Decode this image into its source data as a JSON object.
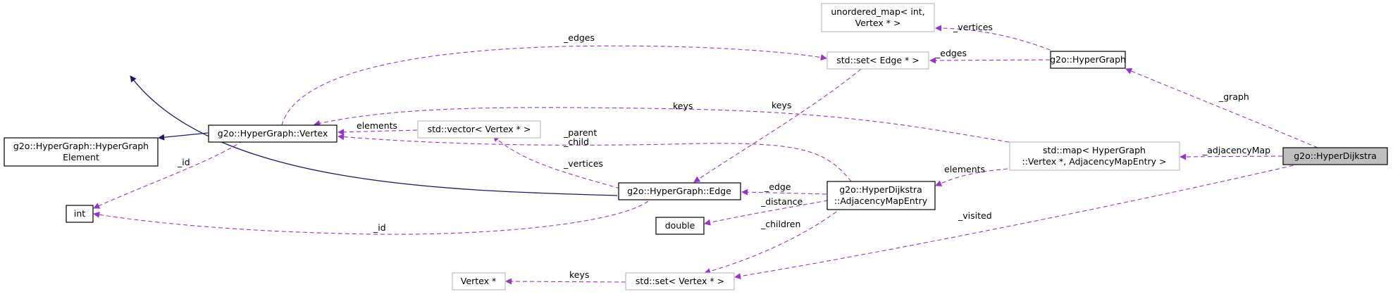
{
  "colors": {
    "dependency": "#9a32cd",
    "inheritance": "#191970",
    "selected_fill": "#bfbfbf",
    "external_border": "#bfbfbf"
  },
  "nodes": {
    "hypergraph_element": [
      "g2o::HyperGraph::HyperGraph",
      "Element"
    ],
    "int": [
      "int"
    ],
    "vertex": [
      "g2o::HyperGraph::Vertex"
    ],
    "vector_vertex": [
      "std::vector< Vertex * >"
    ],
    "edge": [
      "g2o::HyperGraph::Edge"
    ],
    "set_edge": [
      "std::set< Edge * >"
    ],
    "unordered_map": [
      "unordered_map< int,",
      "Vertex * >"
    ],
    "hypergraph": [
      "g2o::HyperGraph"
    ],
    "std_map": [
      "std::map< HyperGraph",
      "::Vertex *, AdjacencyMapEntry >"
    ],
    "adjacency_entry": [
      "g2o::HyperDijkstra",
      "::AdjacencyMapEntry"
    ],
    "double": [
      "double"
    ],
    "vertex_ptr": [
      "Vertex *"
    ],
    "set_vertex": [
      "std::set< Vertex * >"
    ],
    "hyperdijkstra": [
      "g2o::HyperDijkstra"
    ]
  },
  "edge_labels": {
    "vertex_edges": "_edges",
    "vertex_elements": "elements",
    "vertex_id": "_id",
    "edge_id": "_id",
    "edge_vertices": "_vertices",
    "parent_child": [
      "_parent",
      "_child"
    ],
    "set_edge_keys": "keys",
    "map_keys": "keys",
    "hg_vertices": "_vertices",
    "hg_edges": "_edges",
    "graph": "_graph",
    "adjacency_map": "_adjacencyMap",
    "map_elements": "elements",
    "entry_edge": "_edge",
    "entry_distance": "_distance",
    "entry_children": "_children",
    "visited": "_visited",
    "set_vertex_keys": "keys"
  }
}
